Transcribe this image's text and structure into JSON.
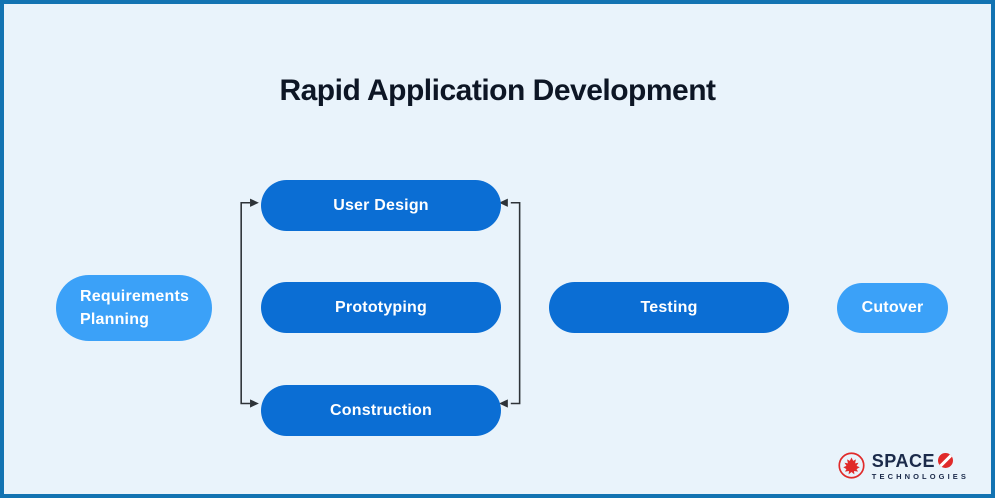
{
  "title": "Rapid Application Development",
  "colors": {
    "background": "#e9f3fb",
    "frame_border": "#1273b2",
    "pill_dark": "#0b6ed4",
    "pill_light": "#3ba1f8",
    "title_text": "#0d1625",
    "arrow": "#2e3338",
    "logo_navy": "#1b2a4a",
    "logo_red": "#e02a2a"
  },
  "nodes": {
    "requirements": {
      "label": "Requirements Planning",
      "variant": "light"
    },
    "user_design": {
      "label": "User Design",
      "variant": "dark"
    },
    "prototyping": {
      "label": "Prototyping",
      "variant": "dark"
    },
    "construction": {
      "label": "Construction",
      "variant": "dark"
    },
    "testing": {
      "label": "Testing",
      "variant": "dark"
    },
    "cutover": {
      "label": "Cutover",
      "variant": "light"
    }
  },
  "arrows": {
    "description": "Iteration loop brackets on both sides of the middle column: left bracket points into User Design and Construction from the left; right bracket points into User Design and Construction from the right"
  },
  "logo": {
    "brand": "SPACE",
    "brand_o": "O",
    "subtitle": "TECHNOLOGIES",
    "icon": "maple-leaf-in-circle"
  }
}
